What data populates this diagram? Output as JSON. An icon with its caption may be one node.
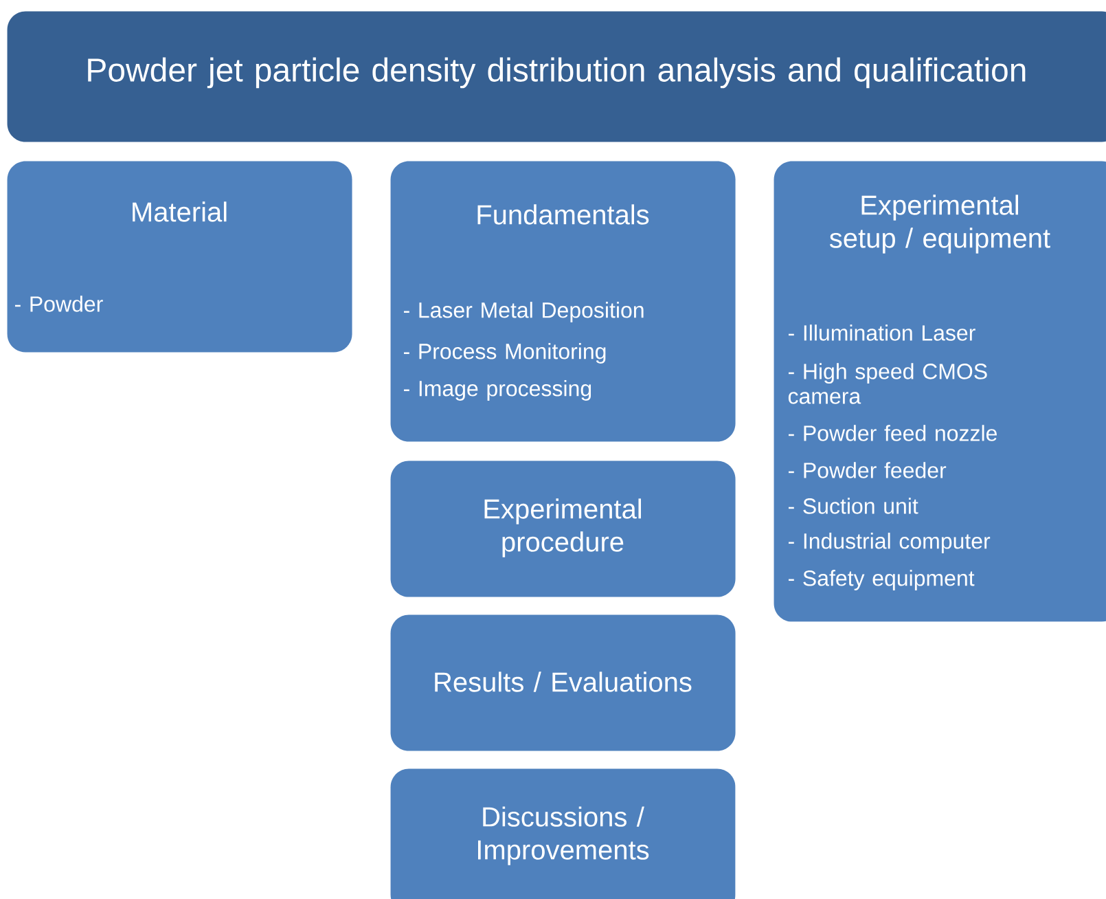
{
  "diagram": {
    "nodes": [
      {
        "text": [
          "Powder jet particle density distribution analysis and qualification"
        ]
      },
      {
        "text": [
          "Material",
          "- Powder"
        ]
      },
      {
        "text": [
          "Fundamentals",
          "- Laser Metal Deposition",
          "- Process Monitoring",
          "- Image processing"
        ]
      },
      {
        "text": [
          "Experimental setup / equipment",
          "- Illumination Laser",
          "- High speed CMOS camera",
          "- Powder feed nozzle",
          "- Powder feeder",
          "- Suction unit",
          "- Industrial computer",
          "- Safety equipment"
        ]
      },
      {
        "text": [
          "Experimental procedure"
        ]
      },
      {
        "text": [
          "Results / Evaluations"
        ]
      },
      {
        "text": [
          "Discussions / Improvements"
        ]
      }
    ]
  }
}
